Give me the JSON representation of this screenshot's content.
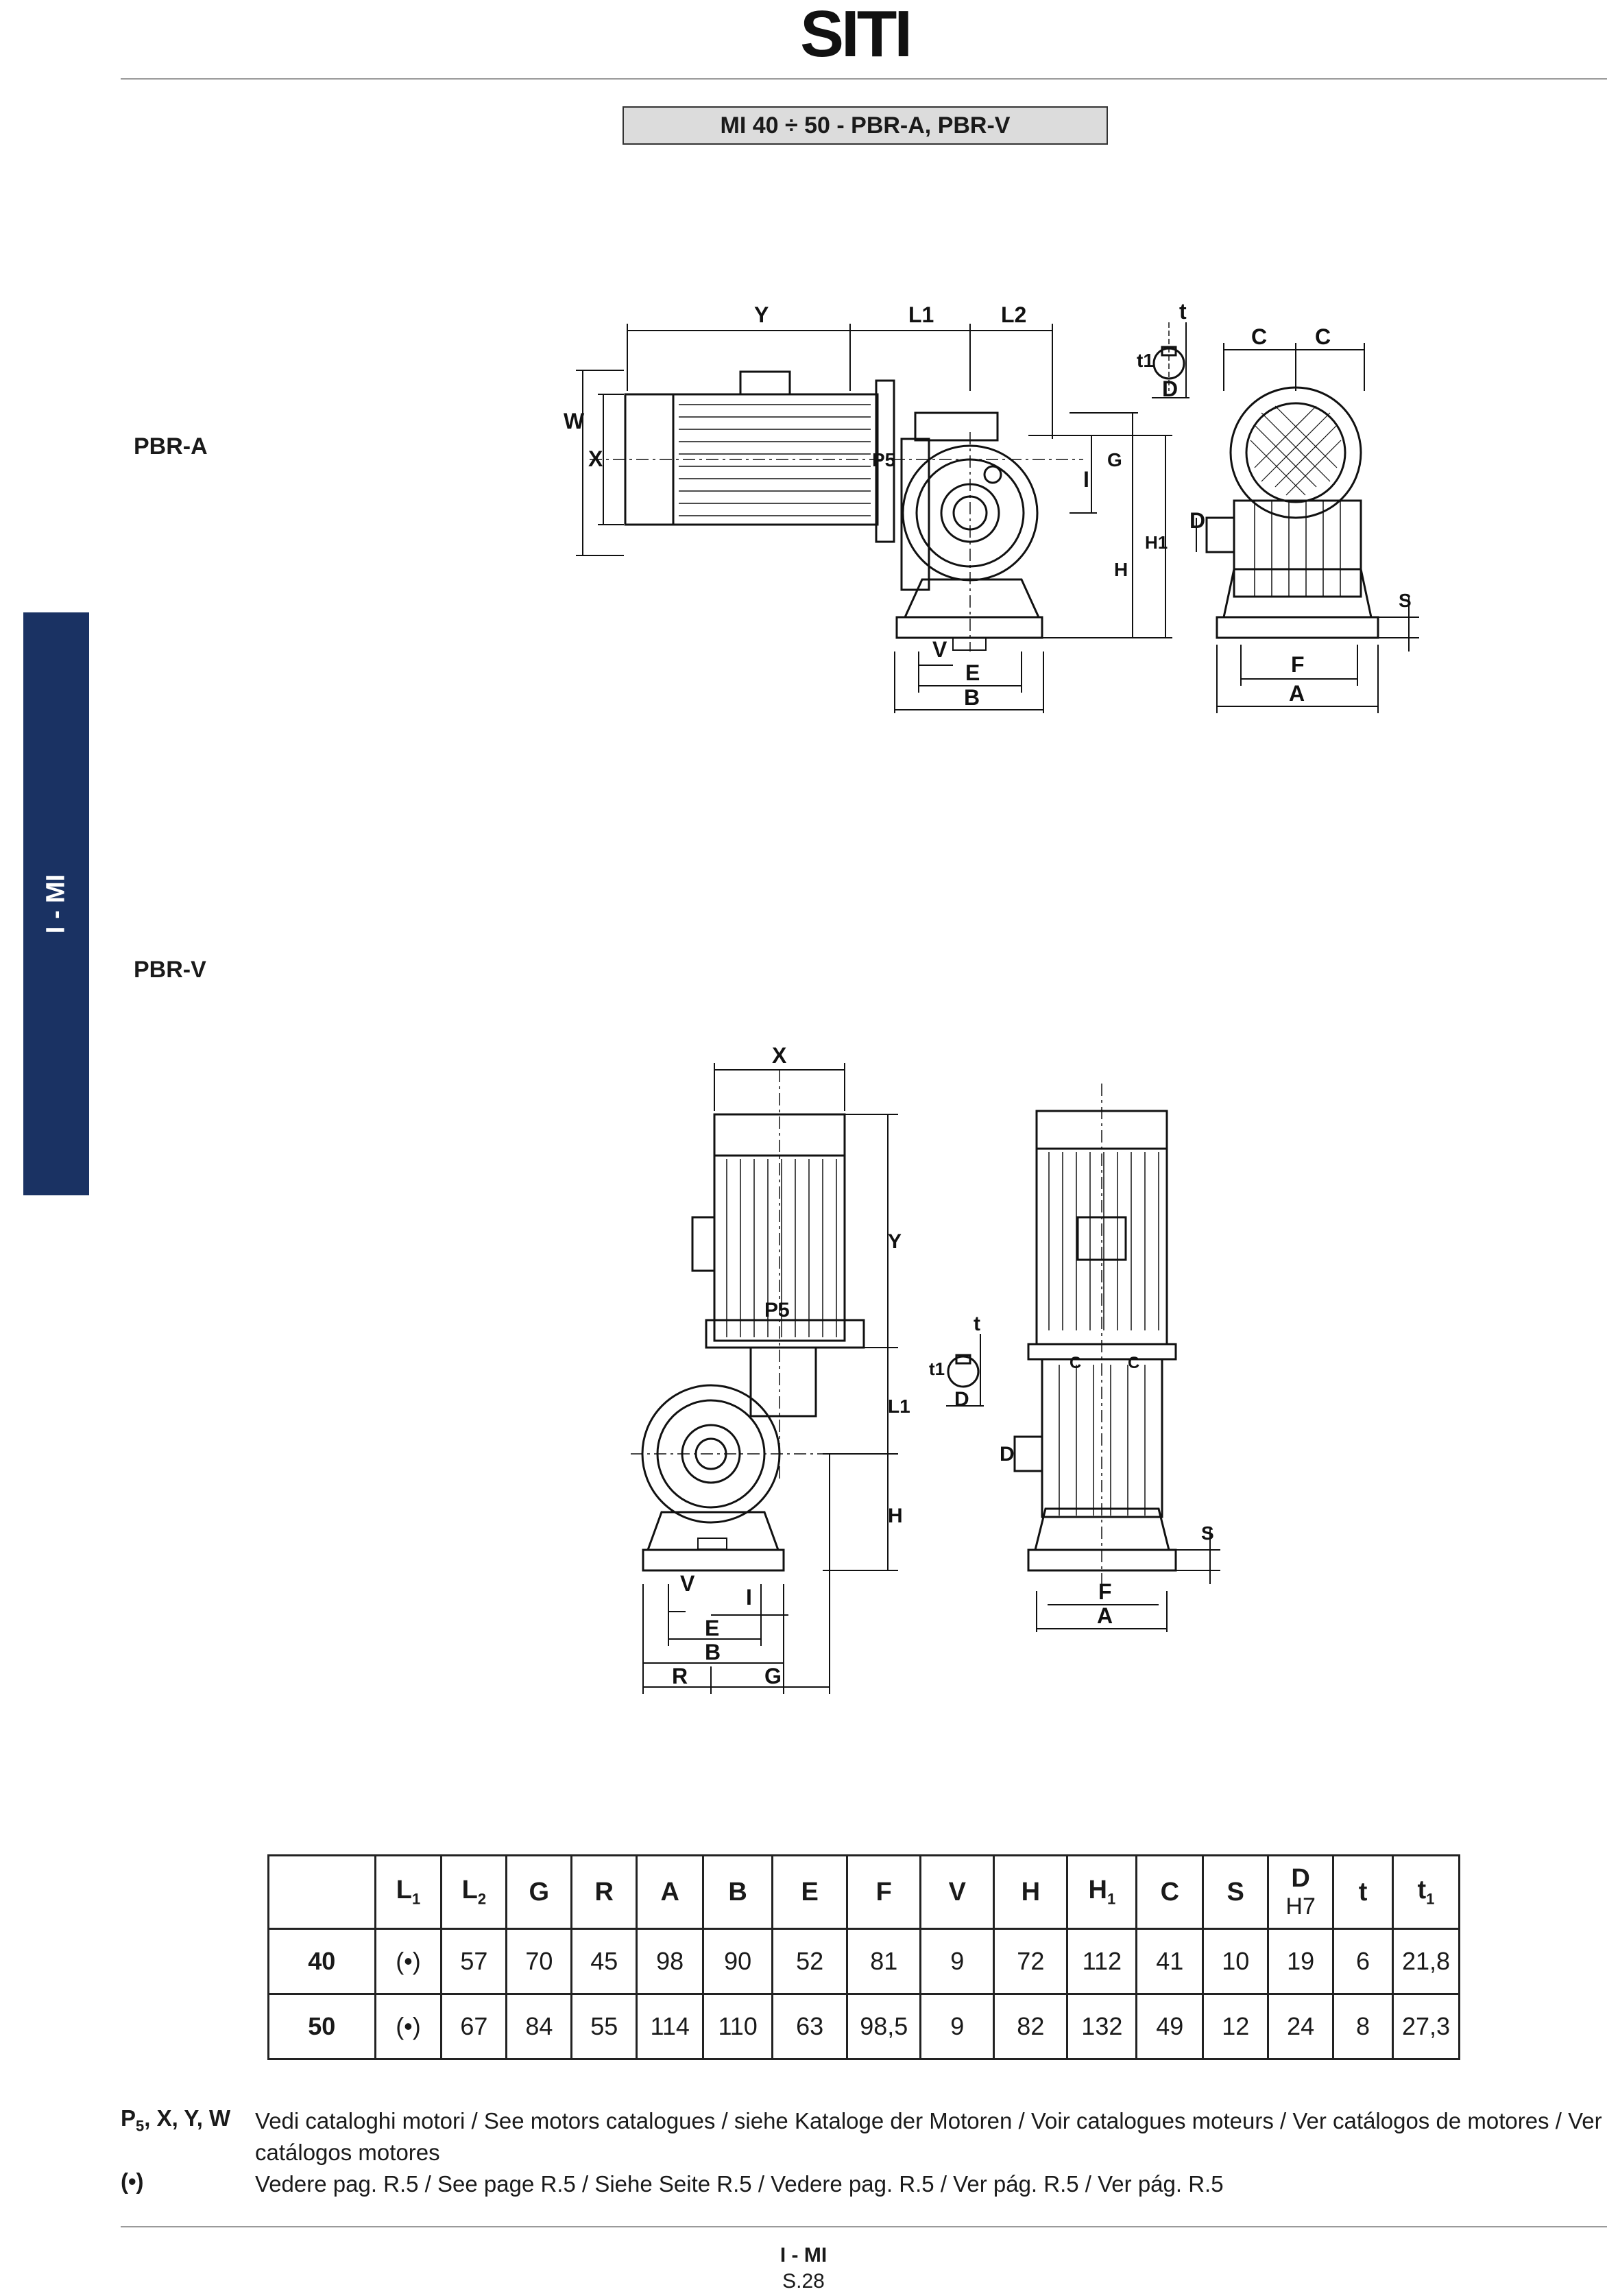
{
  "header": {
    "logo_text": "SITI"
  },
  "title": "MI 40 ÷  50 - PBR-A, PBR-V",
  "side_tab": "I - MI",
  "sections": {
    "pbr_a": "PBR-A",
    "pbr_v": "PBR-V"
  },
  "drawing_labels": {
    "pbr_a": {
      "Y": "Y",
      "L1": "L1",
      "L2": "L2",
      "t": "t",
      "t1": "t1",
      "D": "D",
      "C": "C",
      "W": "W",
      "X": "X",
      "P5": "P5",
      "I": "I",
      "G": "G",
      "H": "H",
      "H1": "H1",
      "V": "V",
      "E": "E",
      "B": "B",
      "S": "S",
      "F": "F",
      "A": "A"
    },
    "pbr_v": {
      "X": "X",
      "Y": "Y",
      "P5": "P5",
      "L1": "L1",
      "H": "H",
      "t": "t",
      "t1": "t1",
      "D": "D",
      "C": "C",
      "S": "S",
      "V": "V",
      "I": "I",
      "E": "E",
      "B": "B",
      "R": "R",
      "G": "G",
      "F": "F",
      "A": "A"
    },
    "siti_mark": "SITI"
  },
  "table": {
    "headers": [
      {
        "main": "",
        "sub": ""
      },
      {
        "main": "L",
        "sub": "1"
      },
      {
        "main": "L",
        "sub": "2"
      },
      {
        "main": "G",
        "sub": ""
      },
      {
        "main": "R",
        "sub": ""
      },
      {
        "main": "A",
        "sub": ""
      },
      {
        "main": "B",
        "sub": ""
      },
      {
        "main": "E",
        "sub": ""
      },
      {
        "main": "F",
        "sub": ""
      },
      {
        "main": "V",
        "sub": ""
      },
      {
        "main": "H",
        "sub": ""
      },
      {
        "main": "H",
        "sub": "1"
      },
      {
        "main": "C",
        "sub": ""
      },
      {
        "main": "S",
        "sub": ""
      },
      {
        "main": "D",
        "sub": "H7"
      },
      {
        "main": "t",
        "sub": ""
      },
      {
        "main": "t",
        "sub": "1"
      }
    ],
    "rows": [
      [
        "40",
        "(•)",
        "57",
        "70",
        "45",
        "98",
        "90",
        "52",
        "81",
        "9",
        "72",
        "112",
        "41",
        "10",
        "19",
        "6",
        "21,8"
      ],
      [
        "50",
        "(•)",
        "67",
        "84",
        "55",
        "114",
        "110",
        "63",
        "98,5",
        "9",
        "82",
        "132",
        "49",
        "12",
        "24",
        "8",
        "27,3"
      ]
    ]
  },
  "notes": [
    {
      "key_main": "P",
      "key_sub": "5",
      "key_rest": ", X, Y, W",
      "text": "Vedi cataloghi motori / See motors catalogues / siehe Kataloge der Motoren / Voir catalogues moteurs / Ver catálogos de motores / Ver catálogos motores"
    },
    {
      "key": "(•)",
      "text": "Vedere pag. R.5 / See page R.5 / Siehe Seite R.5 / Vedere pag. R.5 / Ver pág. R.5 / Ver pág. R.5"
    }
  ],
  "footer": {
    "section": "I - MI",
    "page": "S.28"
  }
}
